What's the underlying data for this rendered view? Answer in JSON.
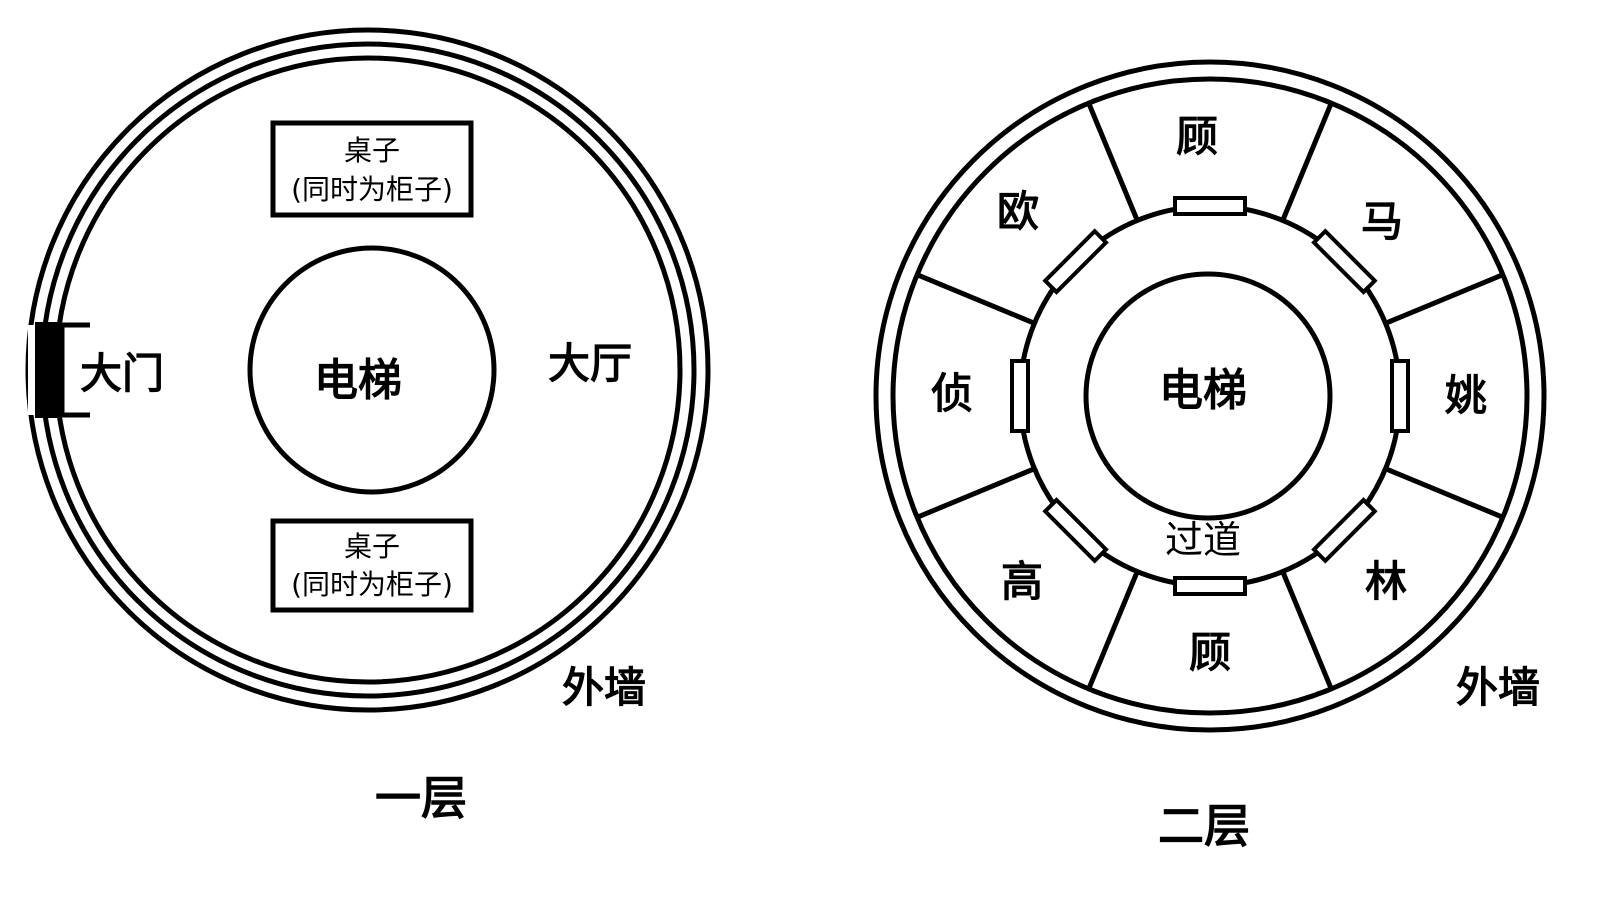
{
  "floor1": {
    "title": "一层",
    "elevator": "电梯",
    "hall": "大厅",
    "gate": "大门",
    "outer_wall": "外墙",
    "table_top": {
      "line1": "桌子",
      "line2": "(同时为柜子)"
    },
    "table_bottom": {
      "line1": "桌子",
      "line2": "(同时为柜子)"
    }
  },
  "floor2": {
    "title": "二层",
    "elevator": "电梯",
    "corridor": "过道",
    "outer_wall": "外墙",
    "rooms": [
      "顾",
      "马",
      "姚",
      "林",
      "顾",
      "高",
      "侦",
      "欧"
    ]
  }
}
